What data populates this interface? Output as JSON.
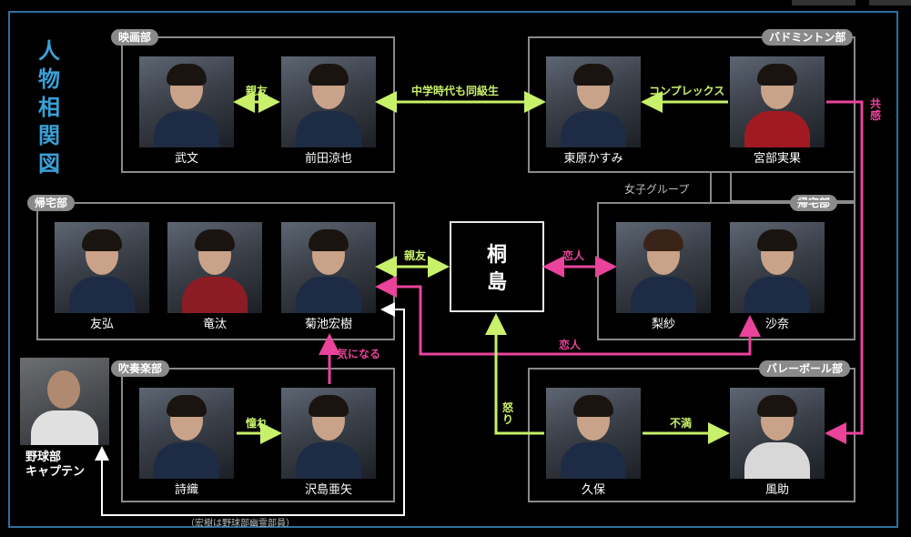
{
  "title": "人物相関図",
  "groups": {
    "eiga": "映画部",
    "badminton": "バドミントン部",
    "kitaku_left": "帰宅部",
    "kitaku_right": "帰宅部",
    "suisou": "吹奏楽部",
    "volley": "バレーボール部",
    "girls": "女子グループ"
  },
  "people": {
    "takefumi": "武文",
    "maeda": "前田涼也",
    "higashihara": "東原かすみ",
    "miyabe": "宮部実果",
    "tomohiro": "友弘",
    "ryuta": "竜汰",
    "kikuchi": "菊池宏樹",
    "risa": "梨紗",
    "sana": "沙奈",
    "shiori": "詩織",
    "sawajima": "沢島亜矢",
    "kubo": "久保",
    "fusuke": "風助",
    "captain": "野球部\nキャプテン"
  },
  "center": {
    "line1": "桐",
    "line2": "島"
  },
  "relations": {
    "shinyu1": "親友",
    "chugaku": "中学時代も同級生",
    "complex": "コンプレックス",
    "kyokan": "共感",
    "shinyu2": "親友",
    "koibito1": "恋人",
    "koibito2": "恋人",
    "kininaru": "気になる",
    "akogare": "憧れ",
    "ikari": "怒り",
    "fuman": "不満"
  },
  "note": "（宏樹は野球部幽霊部員）",
  "colors": {
    "green": "#c8f06a",
    "magenta": "#e9439b",
    "white": "#ffffff",
    "gray": "#8a8a8a",
    "frame": "#2f6f9f",
    "title": "#3aa0d8"
  }
}
